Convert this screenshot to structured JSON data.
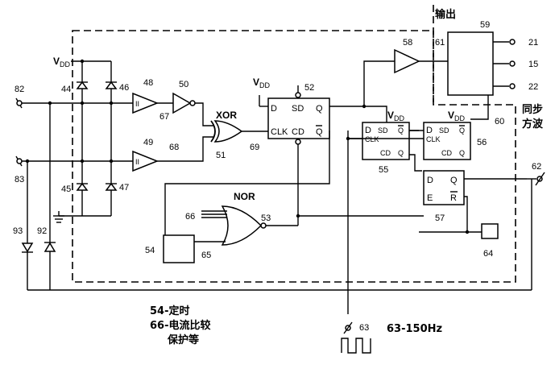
{
  "labels": {
    "output_cn": "输出",
    "sync_cn_1": "同步",
    "sync_cn_2": "方波",
    "vdd": "V",
    "vdd_sub": "DD",
    "xor": "XOR",
    "nor": "NOR",
    "ff_d": "D",
    "ff_sd": "SD",
    "ff_q": "Q",
    "ff_qbar": "Q",
    "ff_clk": "CLK",
    "ff_cd": "CD",
    "latch_e": "E",
    "latch_r": "R",
    "buf_ii": "II"
  },
  "refs": {
    "r82": "82",
    "r83": "83",
    "r44": "44",
    "r45": "45",
    "r46": "46",
    "r47": "47",
    "r48": "48",
    "r49": "49",
    "r50": "50",
    "r51": "51",
    "r52": "52",
    "r53": "53",
    "r54": "54",
    "r55": "55",
    "r56": "56",
    "r57": "57",
    "r58": "58",
    "r59": "59",
    "r60": "60",
    "r61": "61",
    "r62": "62",
    "r63": "63",
    "r64": "64",
    "r65": "65",
    "r66": "66",
    "r67": "67",
    "r68": "68",
    "r69": "69",
    "r92": "92",
    "r93": "93",
    "r21": "21",
    "r15": "15",
    "r22": "22"
  },
  "legend": {
    "line1": "54-定时",
    "line2": "66-电流比较",
    "line3": "保护等",
    "freq": "63-150Hz"
  }
}
